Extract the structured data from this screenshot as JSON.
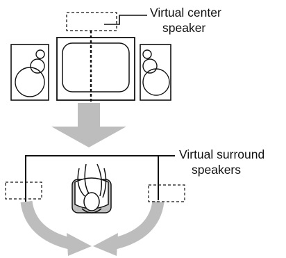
{
  "labels": {
    "virtual_center": [
      "Virtual center",
      "speaker"
    ],
    "virtual_surround": [
      "Virtual surround",
      "speakers"
    ]
  },
  "colors": {
    "line": "#111111",
    "arrow": "#bdbdbd",
    "background": "#ffffff"
  }
}
